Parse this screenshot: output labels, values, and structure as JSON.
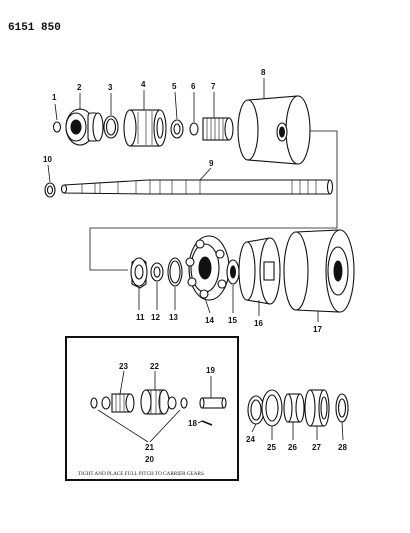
{
  "document_id": "6151 850",
  "callouts": [
    "1",
    "2",
    "3",
    "4",
    "5",
    "6",
    "7",
    "8",
    "9",
    "10",
    "11",
    "12",
    "13",
    "14",
    "15",
    "16",
    "17",
    "18",
    "19",
    "20",
    "21",
    "22",
    "23",
    "24",
    "25",
    "26",
    "27",
    "28"
  ],
  "inset_caption": "TIGHT AND PLACE FULL PITCH TO CARRIER GEARS"
}
